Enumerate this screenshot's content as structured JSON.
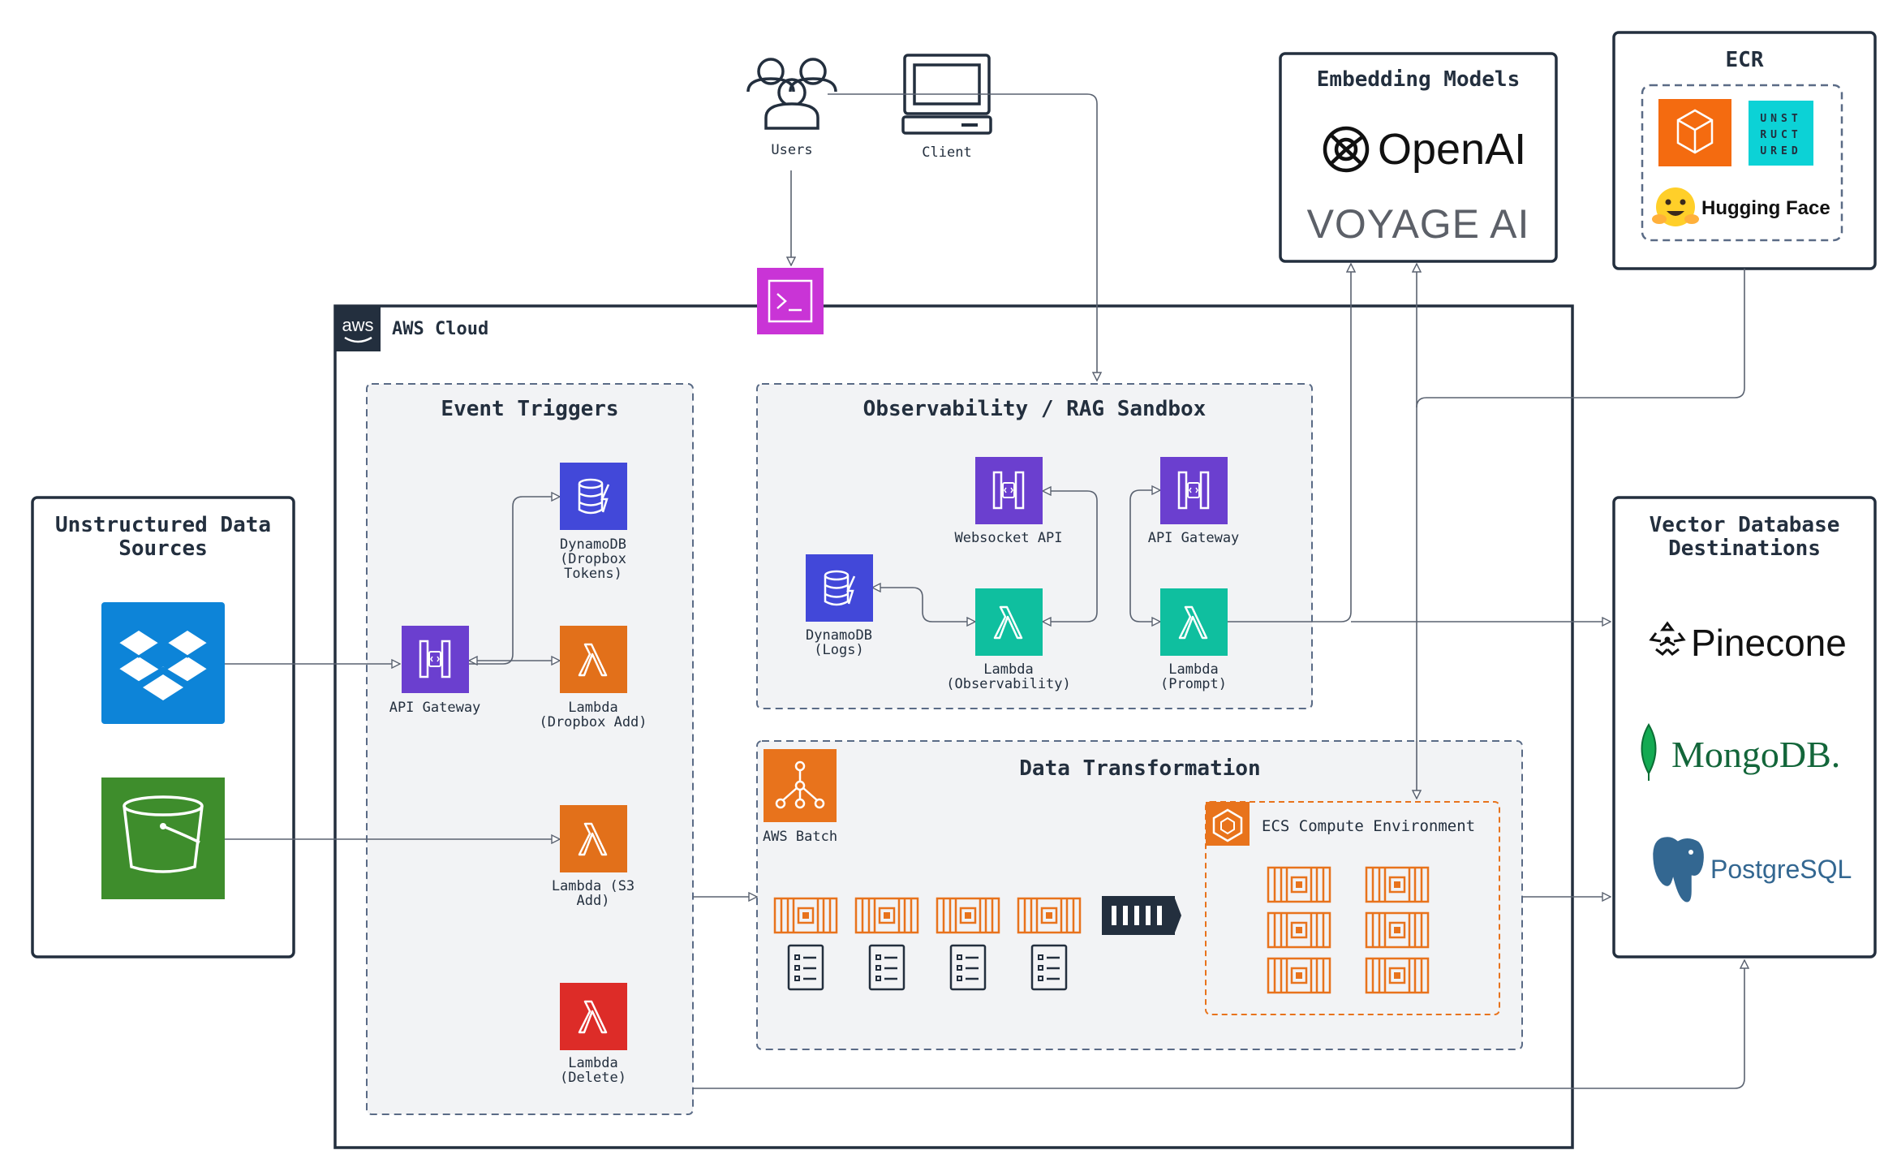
{
  "actors": {
    "users": "Users",
    "client": "Client"
  },
  "embedding": {
    "title": "Embedding Models",
    "openai": "OpenAI",
    "voyage": "VOYAGE AI"
  },
  "ecr": {
    "title": "ECR",
    "unstructured_lines": [
      "UNST",
      "RUCT",
      "URED"
    ],
    "huggingface": "Hugging Face"
  },
  "aws": {
    "badge": "aws",
    "title": "AWS Cloud"
  },
  "sources": {
    "title_lines": [
      "Unstructured Data",
      "Sources"
    ]
  },
  "destinations": {
    "title_lines": [
      "Vector Database",
      "Destinations"
    ],
    "pinecone": "Pinecone",
    "mongodb": "MongoDB.",
    "postgres": "PostgreSQL"
  },
  "event_triggers": {
    "title": "Event Triggers",
    "dynamodb": [
      "DynamoDB",
      "(Dropbox",
      "Tokens)"
    ],
    "api_gateway": [
      "API Gateway"
    ],
    "lambda_dropbox": [
      "Lambda",
      "(Dropbox Add)"
    ],
    "lambda_s3": [
      "Lambda (S3",
      "Add)"
    ],
    "lambda_delete": [
      "Lambda",
      "(Delete)"
    ]
  },
  "observability": {
    "title": "Observability / RAG Sandbox",
    "websocket": [
      "Websocket API"
    ],
    "api_gateway": [
      "API Gateway"
    ],
    "dynamodb": [
      "DynamoDB",
      "(Logs)"
    ],
    "lambda_obs": [
      "Lambda",
      "(Observability)"
    ],
    "lambda_prompt": [
      "Lambda",
      "(Prompt)"
    ]
  },
  "transformation": {
    "title": "Data Transformation",
    "batch": "AWS Batch",
    "ecs": "ECS Compute Environment"
  },
  "colors": {
    "lambda": "#e2701a",
    "lambda_delete": "#dd2c28",
    "lambda_teal": "#0fbf9f",
    "purple": "#6b3fcf",
    "dynamo": "#4248d9",
    "magenta": "#c934d6",
    "dropbox": "#0d84d8",
    "s3": "#3e8d2c",
    "orange": "#e8731c"
  }
}
